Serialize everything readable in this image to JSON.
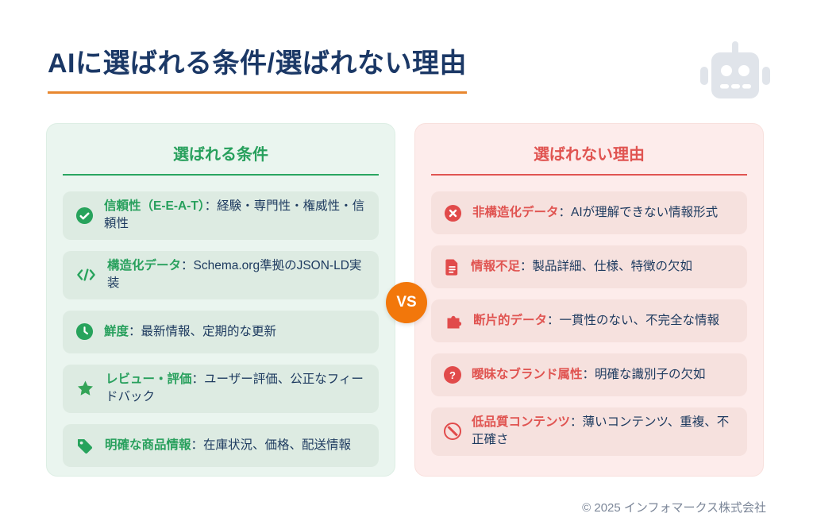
{
  "page": {
    "title": "AIに選ばれる条件/選ばれない理由",
    "footer": "© 2025 インフォマークス株式会社",
    "vs_label": "VS"
  },
  "colors": {
    "title_navy": "#1b3866",
    "accent_orange_underline": "#e8872f",
    "vs_orange": "#f2770b",
    "good_green": "#28a05d",
    "bad_red": "#e05451",
    "good_panel_bg": "#eaf5ef",
    "good_row_bg": "#ddebe2",
    "bad_panel_bg": "#fdeceb",
    "bad_row_bg": "#f6e1de",
    "body_text": "#1d3a5f",
    "robot_gray": "#e0e4ea"
  },
  "left_panel": {
    "title": "選ばれる条件",
    "items": [
      {
        "icon": "check-circle-icon",
        "label": "信頼性（E-E-A-T）",
        "text": "：経験・専門性・権威性・信頼性"
      },
      {
        "icon": "code-icon",
        "label": "構造化データ",
        "text": "：Schema.org準拠のJSON-LD実装"
      },
      {
        "icon": "clock-icon",
        "label": "鮮度",
        "text": "：最新情報、定期的な更新"
      },
      {
        "icon": "star-icon",
        "label": "レビュー・評価",
        "text": "：ユーザー評価、公正なフィードバック"
      },
      {
        "icon": "tag-icon",
        "label": "明確な商品情報",
        "text": "：在庫状況、価格、配送情報"
      }
    ]
  },
  "right_panel": {
    "title": "選ばれない理由",
    "items": [
      {
        "icon": "x-circle-icon",
        "label": "非構造化データ",
        "text": "：AIが理解できない情報形式"
      },
      {
        "icon": "document-icon",
        "label": "情報不足",
        "text": "：製品詳細、仕様、特徴の欠如"
      },
      {
        "icon": "puzzle-icon",
        "label": "断片的データ",
        "text": "：一貫性のない、不完全な情報"
      },
      {
        "icon": "question-circle-icon",
        "label": "曖昧なブランド属性",
        "text": "：明確な識別子の欠如"
      },
      {
        "icon": "prohibition-icon",
        "label": "低品質コンテンツ",
        "text": "：薄いコンテンツ、重複、不正確さ"
      }
    ]
  }
}
